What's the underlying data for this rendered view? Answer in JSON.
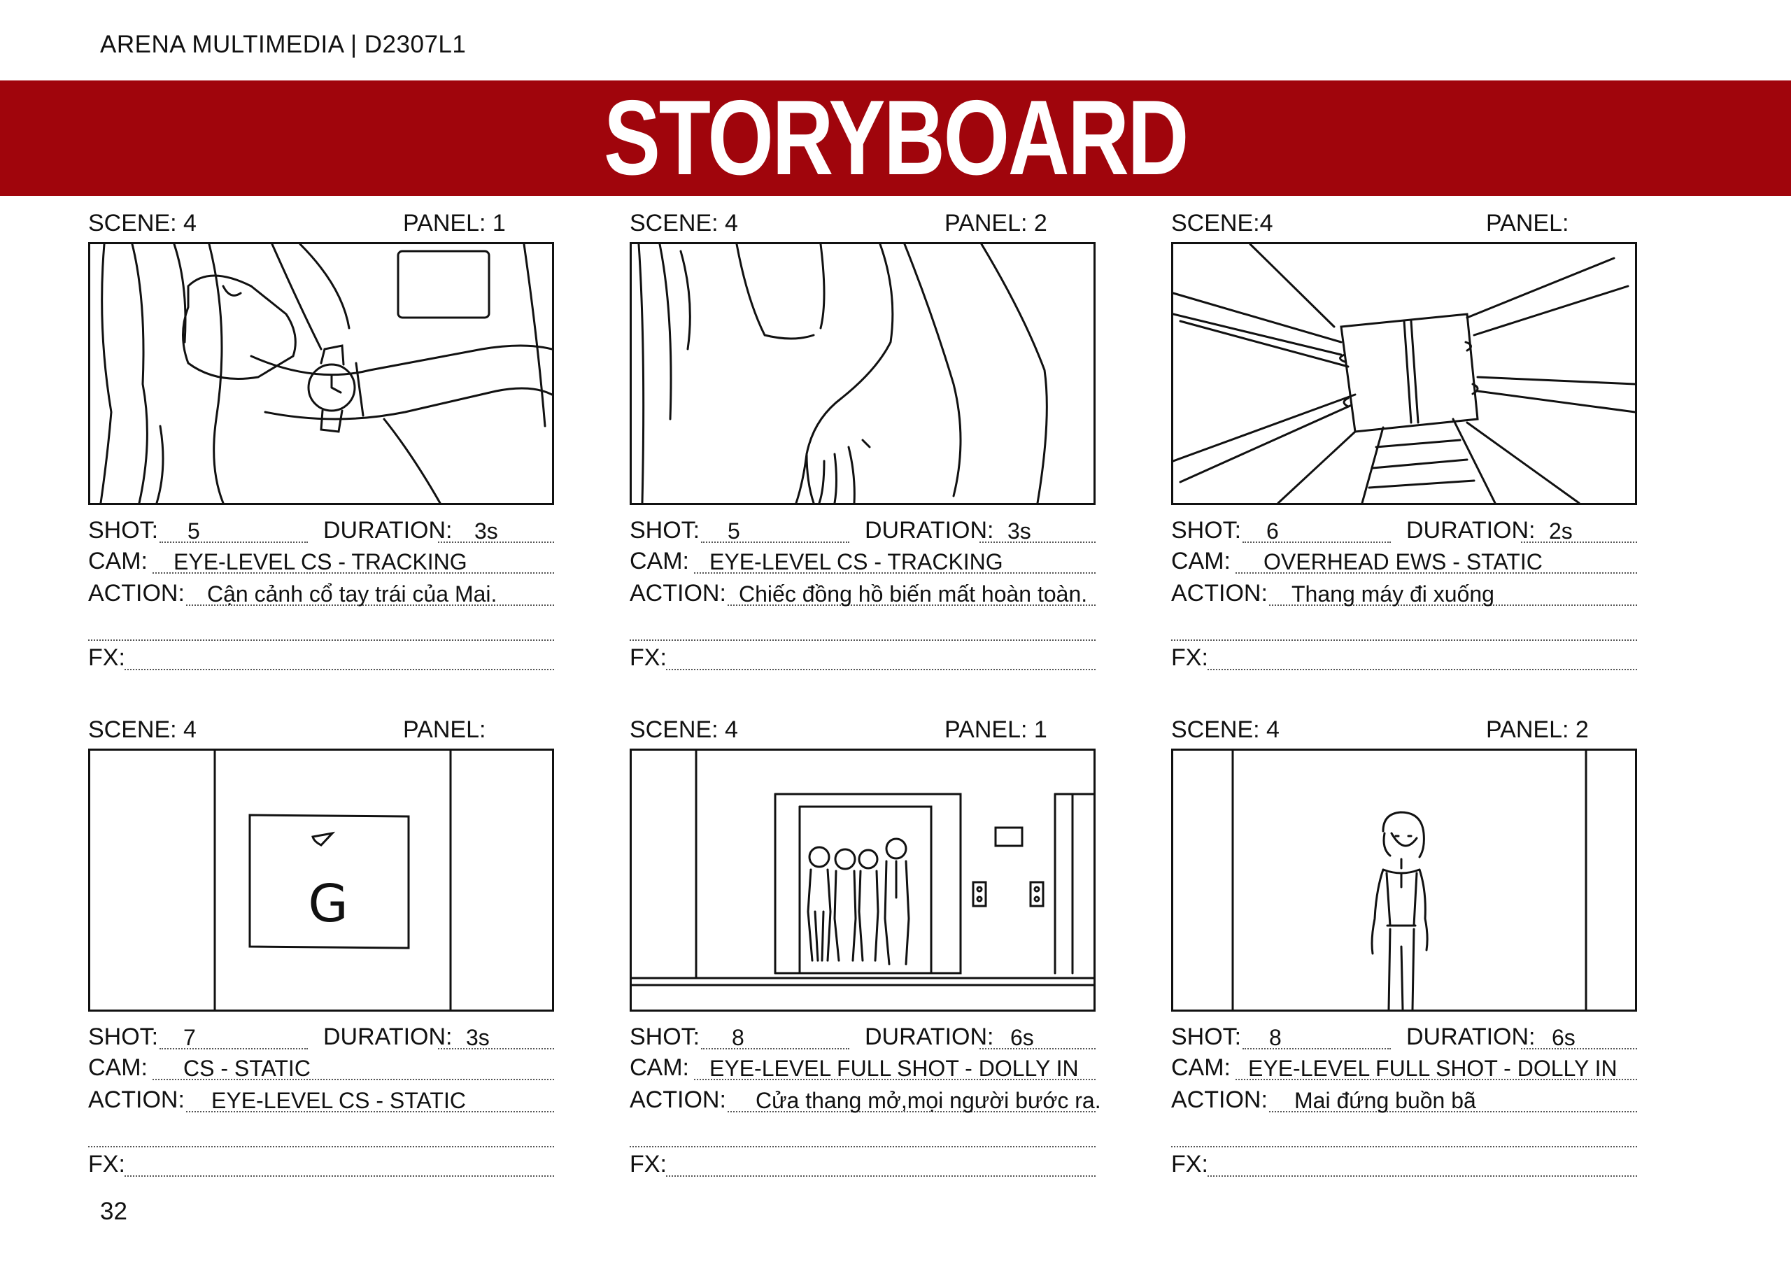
{
  "header": {
    "org": "ARENA MULTIMEDIA",
    "class_code": "D2307L1"
  },
  "title": "STORYBOARD",
  "page_number": "32",
  "labels": {
    "scene": "SCENE:",
    "panel": "PANEL:",
    "shot": "SHOT:",
    "duration": "DURATION:",
    "cam": "CAM:",
    "action": "ACTION:",
    "fx": "FX:"
  },
  "cards": [
    {
      "scene": "4",
      "panel": "1",
      "shot": "5",
      "duration": "3s",
      "cam": "EYE-LEVEL CS - TRACKING",
      "action": "Cận cảnh cổ tay trái của Mai.",
      "fx": ""
    },
    {
      "scene": "4",
      "panel": "2",
      "shot": "5",
      "duration": "3s",
      "cam": "EYE-LEVEL CS - TRACKING",
      "action": "Chiếc đồng hồ biến mất hoàn toàn.",
      "fx": ""
    },
    {
      "scene": "4",
      "panel": "",
      "shot": "6",
      "duration": "2s",
      "cam": "OVERHEAD EWS - STATIC",
      "action": "Thang máy đi xuống",
      "fx": ""
    },
    {
      "scene": "4",
      "panel": "",
      "shot": "7",
      "duration": "3s",
      "cam": "CS - STATIC",
      "action": "EYE-LEVEL CS - STATIC",
      "fx": "",
      "frame_text": "G"
    },
    {
      "scene": "4",
      "panel": "1",
      "shot": "8",
      "duration": "6s",
      "cam": "EYE-LEVEL FULL SHOT - DOLLY IN",
      "action": "Cửa thang mở,mọi người bước ra.",
      "fx": ""
    },
    {
      "scene": "4",
      "panel": "2",
      "shot": "8",
      "duration": "6s",
      "cam": "EYE-LEVEL FULL SHOT - DOLLY IN",
      "action": "Mai đứng buồn bã",
      "fx": ""
    }
  ]
}
